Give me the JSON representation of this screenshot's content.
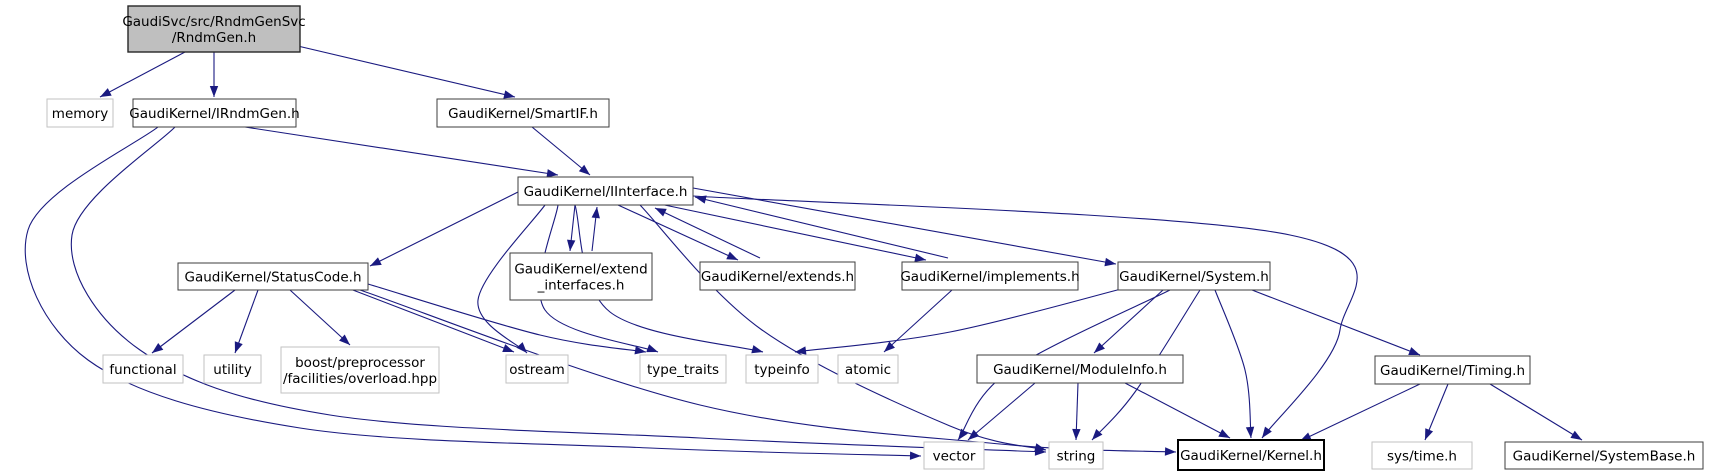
{
  "diagram": {
    "kind": "include-dependency-graph",
    "root_label": "GaudiSvc/src/RndmGenSvc\n/RndmGen.h",
    "edge_color": "#1a1a80",
    "root_fill": "#bfbfbf",
    "node_fill": "#ffffff",
    "project_border": "#3d3d3d",
    "system_border": "#c2c2c2",
    "nodes": [
      {
        "id": "root",
        "label": "GaudiSvc/src/RndmGenSvc\n/RndmGen.h",
        "kind": "root"
      },
      {
        "id": "memory",
        "label": "memory",
        "kind": "system"
      },
      {
        "id": "irndmgen",
        "label": "GaudiKernel/IRndmGen.h",
        "kind": "project"
      },
      {
        "id": "smartif",
        "label": "GaudiKernel/SmartIF.h",
        "kind": "project"
      },
      {
        "id": "iinterface",
        "label": "GaudiKernel/IInterface.h",
        "kind": "project"
      },
      {
        "id": "statuscode",
        "label": "GaudiKernel/StatusCode.h",
        "kind": "project"
      },
      {
        "id": "extintf",
        "label": "GaudiKernel/extend\n_interfaces.h",
        "kind": "project"
      },
      {
        "id": "extends",
        "label": "GaudiKernel/extends.h",
        "kind": "project"
      },
      {
        "id": "implements",
        "label": "GaudiKernel/implements.h",
        "kind": "project"
      },
      {
        "id": "system",
        "label": "GaudiKernel/System.h",
        "kind": "project"
      },
      {
        "id": "functional",
        "label": "functional",
        "kind": "system"
      },
      {
        "id": "utility",
        "label": "utility",
        "kind": "system"
      },
      {
        "id": "boost",
        "label": "boost/preprocessor\n/facilities/overload.hpp",
        "kind": "system"
      },
      {
        "id": "ostream",
        "label": "ostream",
        "kind": "system"
      },
      {
        "id": "typetraits",
        "label": "type_traits",
        "kind": "system"
      },
      {
        "id": "typeinfo",
        "label": "typeinfo",
        "kind": "system"
      },
      {
        "id": "atomic",
        "label": "atomic",
        "kind": "system"
      },
      {
        "id": "moduleinfo",
        "label": "GaudiKernel/ModuleInfo.h",
        "kind": "project"
      },
      {
        "id": "timing",
        "label": "GaudiKernel/Timing.h",
        "kind": "project"
      },
      {
        "id": "vector",
        "label": "vector",
        "kind": "system"
      },
      {
        "id": "string",
        "label": "string",
        "kind": "system"
      },
      {
        "id": "kernel",
        "label": "GaudiKernel/Kernel.h",
        "kind": "project-bold"
      },
      {
        "id": "systime",
        "label": "sys/time.h",
        "kind": "system"
      },
      {
        "id": "systembase",
        "label": "GaudiKernel/SystemBase.h",
        "kind": "project"
      }
    ],
    "edges": [
      {
        "from": "root",
        "to": "memory"
      },
      {
        "from": "root",
        "to": "irndmgen"
      },
      {
        "from": "root",
        "to": "smartif"
      },
      {
        "from": "irndmgen",
        "to": "iinterface"
      },
      {
        "from": "irndmgen",
        "to": "vector"
      },
      {
        "from": "irndmgen",
        "to": "string"
      },
      {
        "from": "smartif",
        "to": "iinterface"
      },
      {
        "from": "iinterface",
        "to": "statuscode"
      },
      {
        "from": "iinterface",
        "to": "extintf"
      },
      {
        "from": "extintf",
        "to": "iinterface"
      },
      {
        "from": "iinterface",
        "to": "extends"
      },
      {
        "from": "extends",
        "to": "iinterface"
      },
      {
        "from": "iinterface",
        "to": "implements"
      },
      {
        "from": "implements",
        "to": "iinterface"
      },
      {
        "from": "iinterface",
        "to": "system"
      },
      {
        "from": "iinterface",
        "to": "kernel"
      },
      {
        "from": "iinterface",
        "to": "ostream"
      },
      {
        "from": "iinterface",
        "to": "typetraits"
      },
      {
        "from": "iinterface",
        "to": "typeinfo"
      },
      {
        "from": "iinterface",
        "to": "string"
      },
      {
        "from": "statuscode",
        "to": "functional"
      },
      {
        "from": "statuscode",
        "to": "utility"
      },
      {
        "from": "statuscode",
        "to": "boost"
      },
      {
        "from": "statuscode",
        "to": "ostream"
      },
      {
        "from": "statuscode",
        "to": "typetraits"
      },
      {
        "from": "statuscode",
        "to": "kernel"
      },
      {
        "from": "implements",
        "to": "atomic"
      },
      {
        "from": "system",
        "to": "moduleinfo"
      },
      {
        "from": "system",
        "to": "timing"
      },
      {
        "from": "system",
        "to": "typeinfo"
      },
      {
        "from": "system",
        "to": "vector"
      },
      {
        "from": "system",
        "to": "string"
      },
      {
        "from": "system",
        "to": "kernel"
      },
      {
        "from": "moduleinfo",
        "to": "vector"
      },
      {
        "from": "moduleinfo",
        "to": "string"
      },
      {
        "from": "moduleinfo",
        "to": "kernel"
      },
      {
        "from": "timing",
        "to": "kernel"
      },
      {
        "from": "timing",
        "to": "systime"
      },
      {
        "from": "timing",
        "to": "systembase"
      }
    ]
  }
}
